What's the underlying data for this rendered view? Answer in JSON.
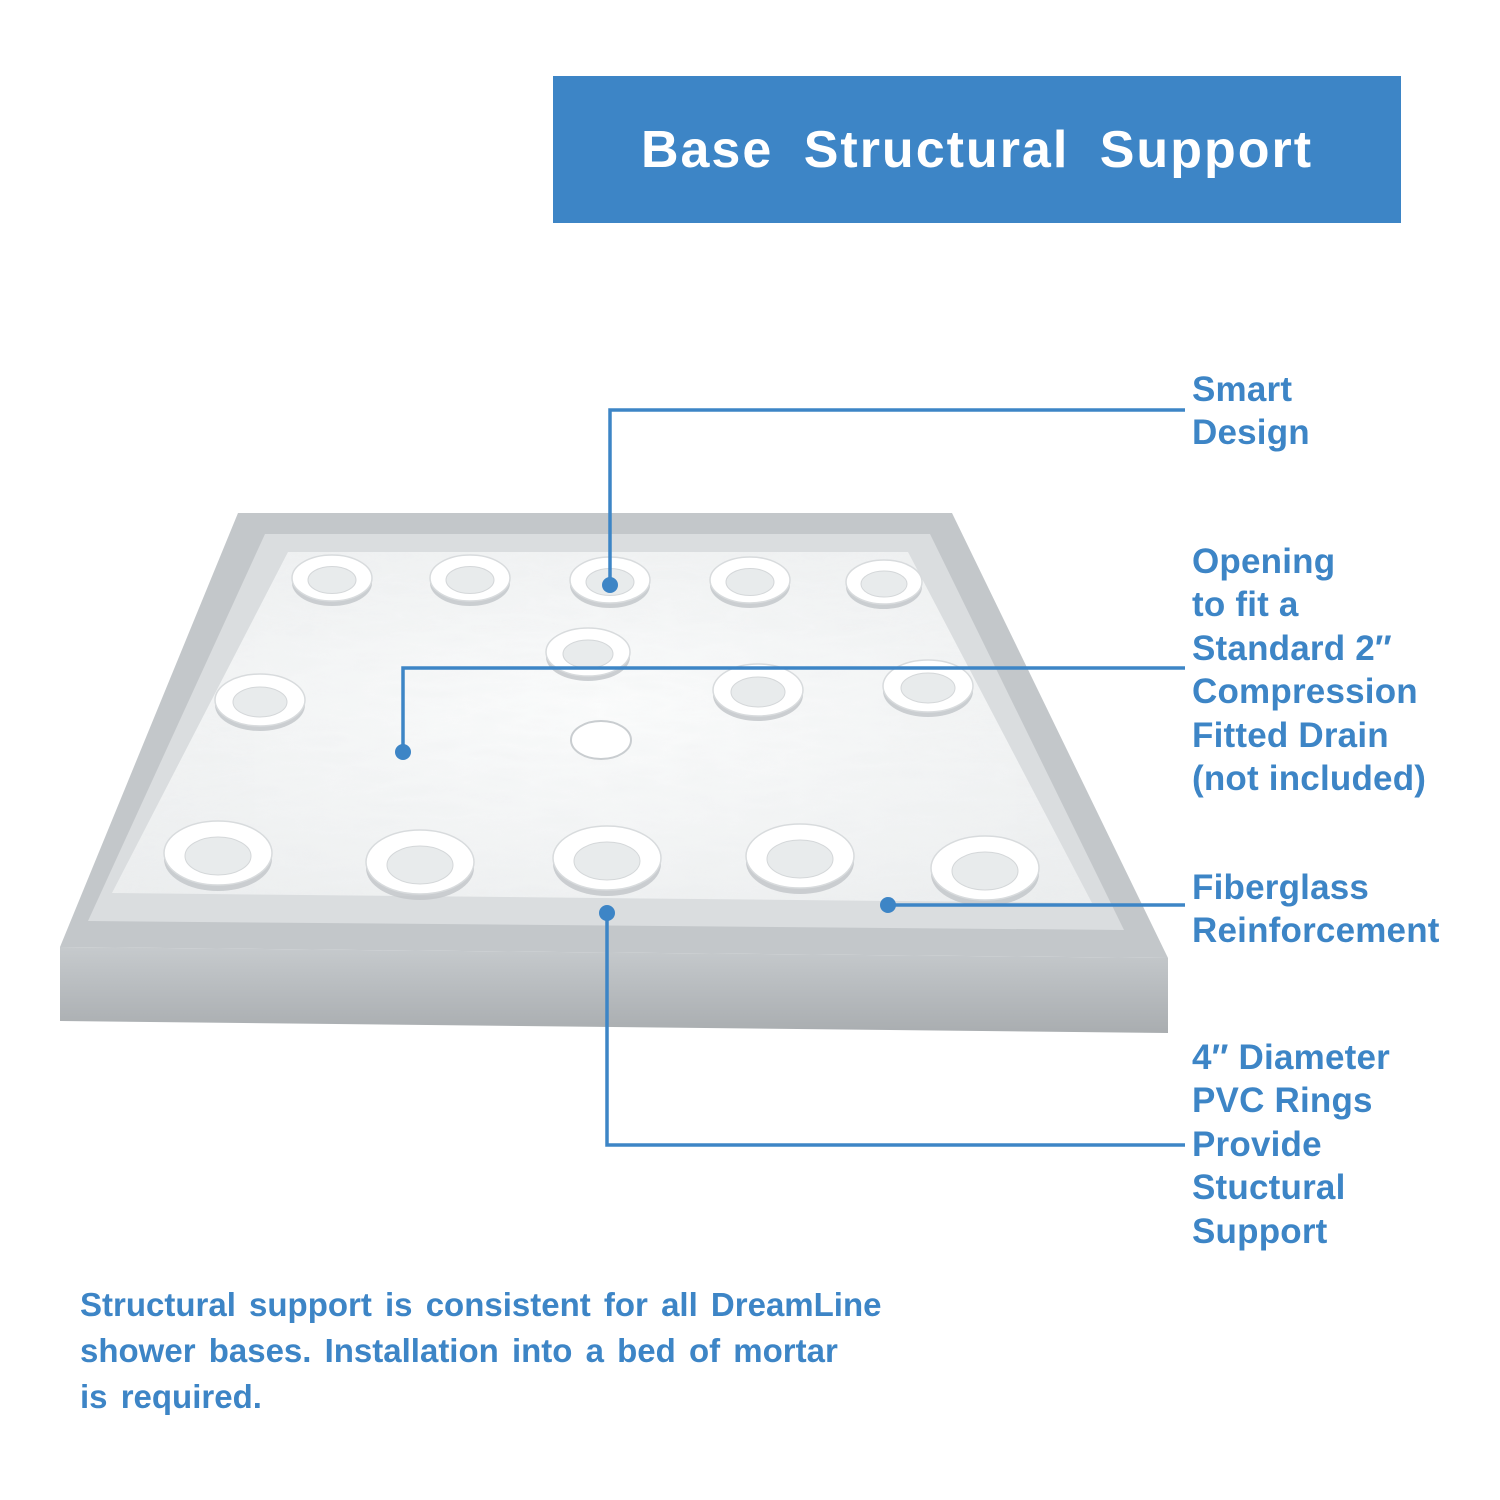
{
  "title": "Base Structural Support",
  "callouts": {
    "smart_design": "Smart\nDesign",
    "drain_opening": "Opening\nto fit a\nStandard 2″\nCompression\nFitted Drain\n(not included)",
    "fiberglass": "Fiberglass\nReinforcement",
    "pvc_rings": "4″ Diameter\nPVC Rings\nProvide\nStuctural\nSupport"
  },
  "footer": "Structural support is consistent for all DreamLine\nshower bases. Installation into a bed of mortar\nis required.",
  "colors": {
    "accent": "#3D85C6",
    "banner_bg": "#3D85C6",
    "title_text": "#FFFFFF"
  }
}
